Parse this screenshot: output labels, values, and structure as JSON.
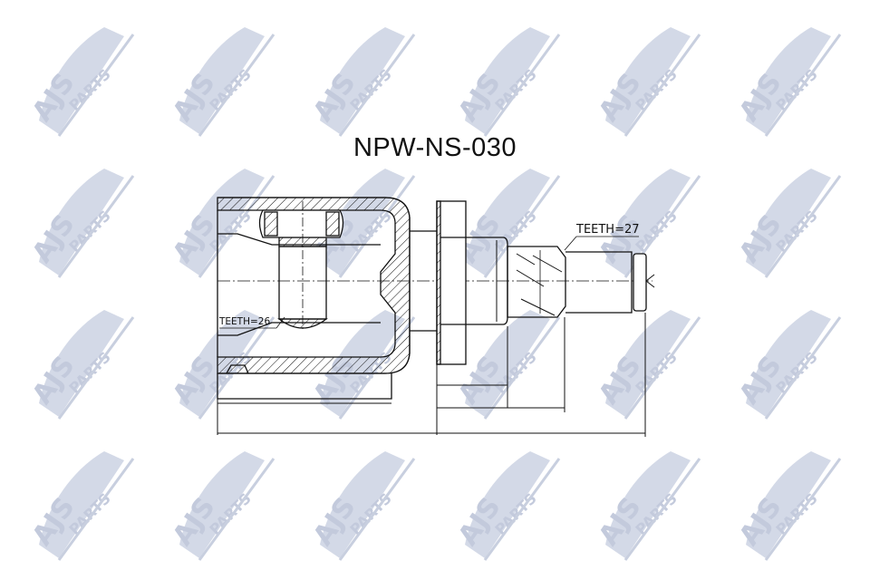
{
  "title": "NPW-NS-030",
  "watermark": {
    "text_main": "AJS",
    "text_sub": "PARTS",
    "color": "#c9d0e0",
    "rows": [
      78,
      234,
      390,
      546
    ],
    "cols": [
      85,
      240,
      395,
      555,
      710,
      865
    ]
  },
  "drawing": {
    "left_label": "TEETH=26",
    "right_label": "TEETH=27",
    "line_color": "#111111"
  }
}
